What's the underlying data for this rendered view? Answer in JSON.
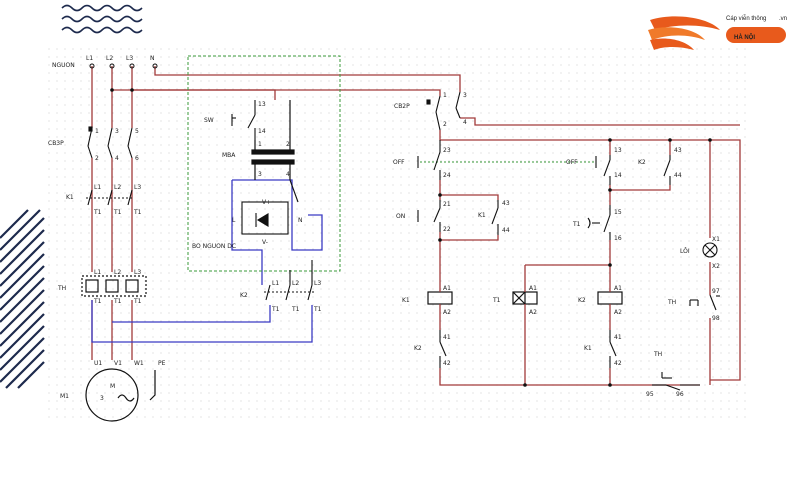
{
  "brand": {
    "name": "Cáp viễn thông",
    "tld": ".vn",
    "city": "HÀ NỘI",
    "accent": "#e85a1c",
    "tld_color": "#2a7fd4"
  },
  "colors": {
    "wire_red": "#a23a3a",
    "wire_blue": "#3b3bc4",
    "wire_black": "#111111",
    "dashed_box": "#3a9a3a",
    "grid_dot": "#cfcfcf",
    "deco_navy": "#1d2a4d",
    "deco_wave": "#1d2a4d"
  },
  "labels": {
    "nguon": "NGUON",
    "l1": "L1",
    "l2": "L2",
    "l3": "L3",
    "n": "N",
    "cb3p": "CB3P",
    "cb2p": "CB2P",
    "k1": "K1",
    "k2": "K2",
    "t1": "T1",
    "th": "TH",
    "sw": "SW",
    "mba": "MBA",
    "bo_nguon_dc": "BO NGUON DC",
    "v_plus": "V+",
    "v_minus": "V-",
    "l": "L",
    "u1": "U1",
    "v1": "V1",
    "w1": "W1",
    "pe": "PE",
    "m1": "M1",
    "motor_m": "M",
    "motor_3": "3",
    "off": "OFF",
    "on": "ON",
    "loi": "LÔI",
    "a1": "A1",
    "a2": "A2",
    "x1": "X1",
    "x2": "X2",
    "n1": "1",
    "n2": "2",
    "n3": "3",
    "n4": "4",
    "n5": "5",
    "n6": "6",
    "n13": "13",
    "n14": "14",
    "n15": "15",
    "n16": "16",
    "n21": "21",
    "n22": "22",
    "n23": "23",
    "n24": "24",
    "n41": "41",
    "n42": "42",
    "n43": "43",
    "n44": "44",
    "n97": "97",
    "n98": "98",
    "n95": "95",
    "n96": "96"
  }
}
